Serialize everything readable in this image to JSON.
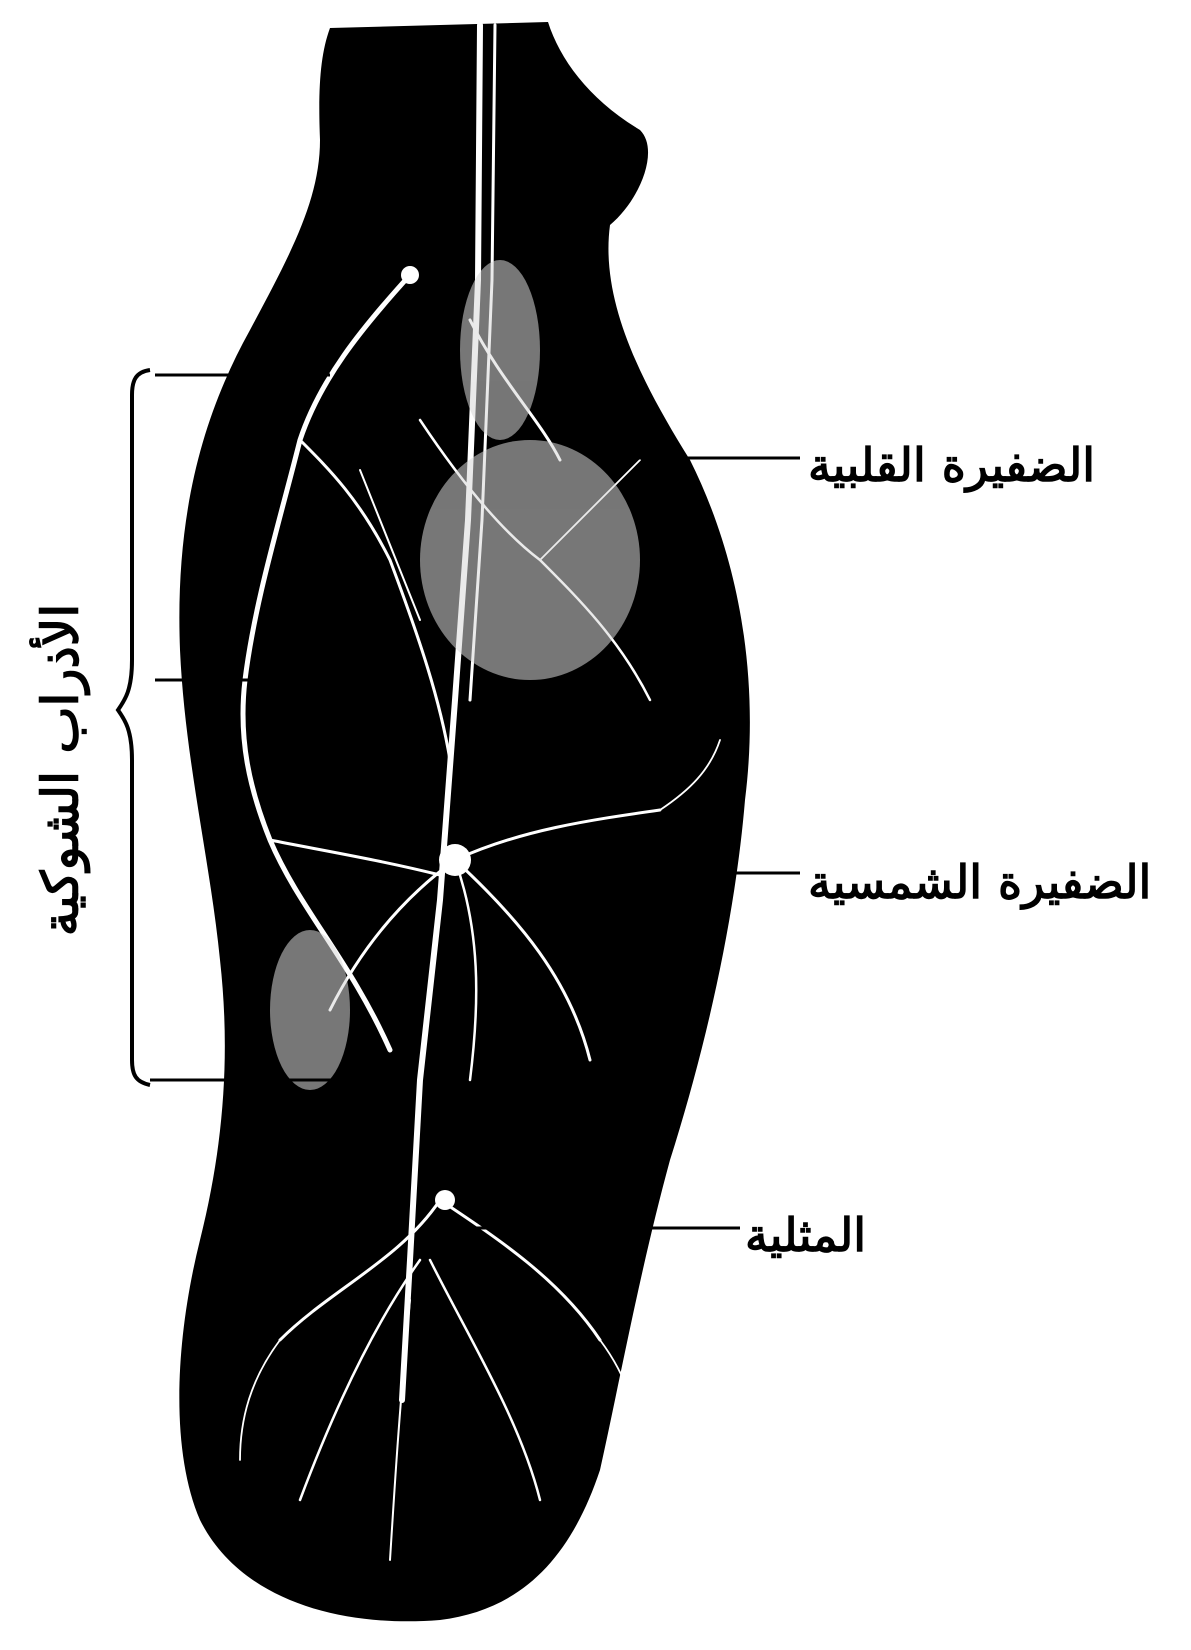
{
  "labels": {
    "cardiac": "الضفيرة القلبية",
    "solar": "الضفيرة الشمسية",
    "triangular": "المثلية",
    "sympathetic_chain": "الأذراب الشوكية"
  },
  "colors": {
    "background": "#ffffff",
    "body_fill": "#000000",
    "nerves": "#ffffff",
    "leader_lines": "#000000"
  }
}
